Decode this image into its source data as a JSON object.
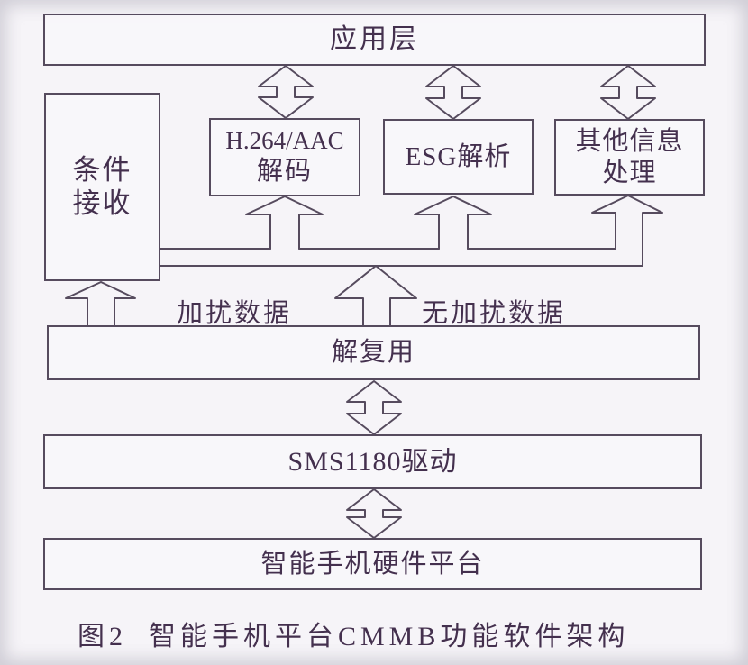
{
  "figure": {
    "boxes": {
      "app_layer": {
        "label": "应用层"
      },
      "conditional_access": {
        "lines": [
          "条件",
          "接收"
        ]
      },
      "h264_decoder": {
        "lines": [
          "H.264/AAC",
          "解码"
        ]
      },
      "esg_parser": {
        "label": "ESG解析"
      },
      "other_info": {
        "lines": [
          "其他信息",
          "处理"
        ]
      },
      "demux": {
        "label": "解复用"
      },
      "sms1180_driver": {
        "label": "SMS1180驱动"
      },
      "hardware_platform": {
        "label": "智能手机硬件平台"
      }
    },
    "edge_labels": {
      "scrambled": "加扰数据",
      "unscrambled": "无加扰数据"
    },
    "caption": {
      "prefix": "图2",
      "title": "智能手机平台CMMB功能软件架构"
    },
    "colors": {
      "ink": "#564b5e",
      "text": "#44304e",
      "background": "#f6f4f8"
    }
  }
}
